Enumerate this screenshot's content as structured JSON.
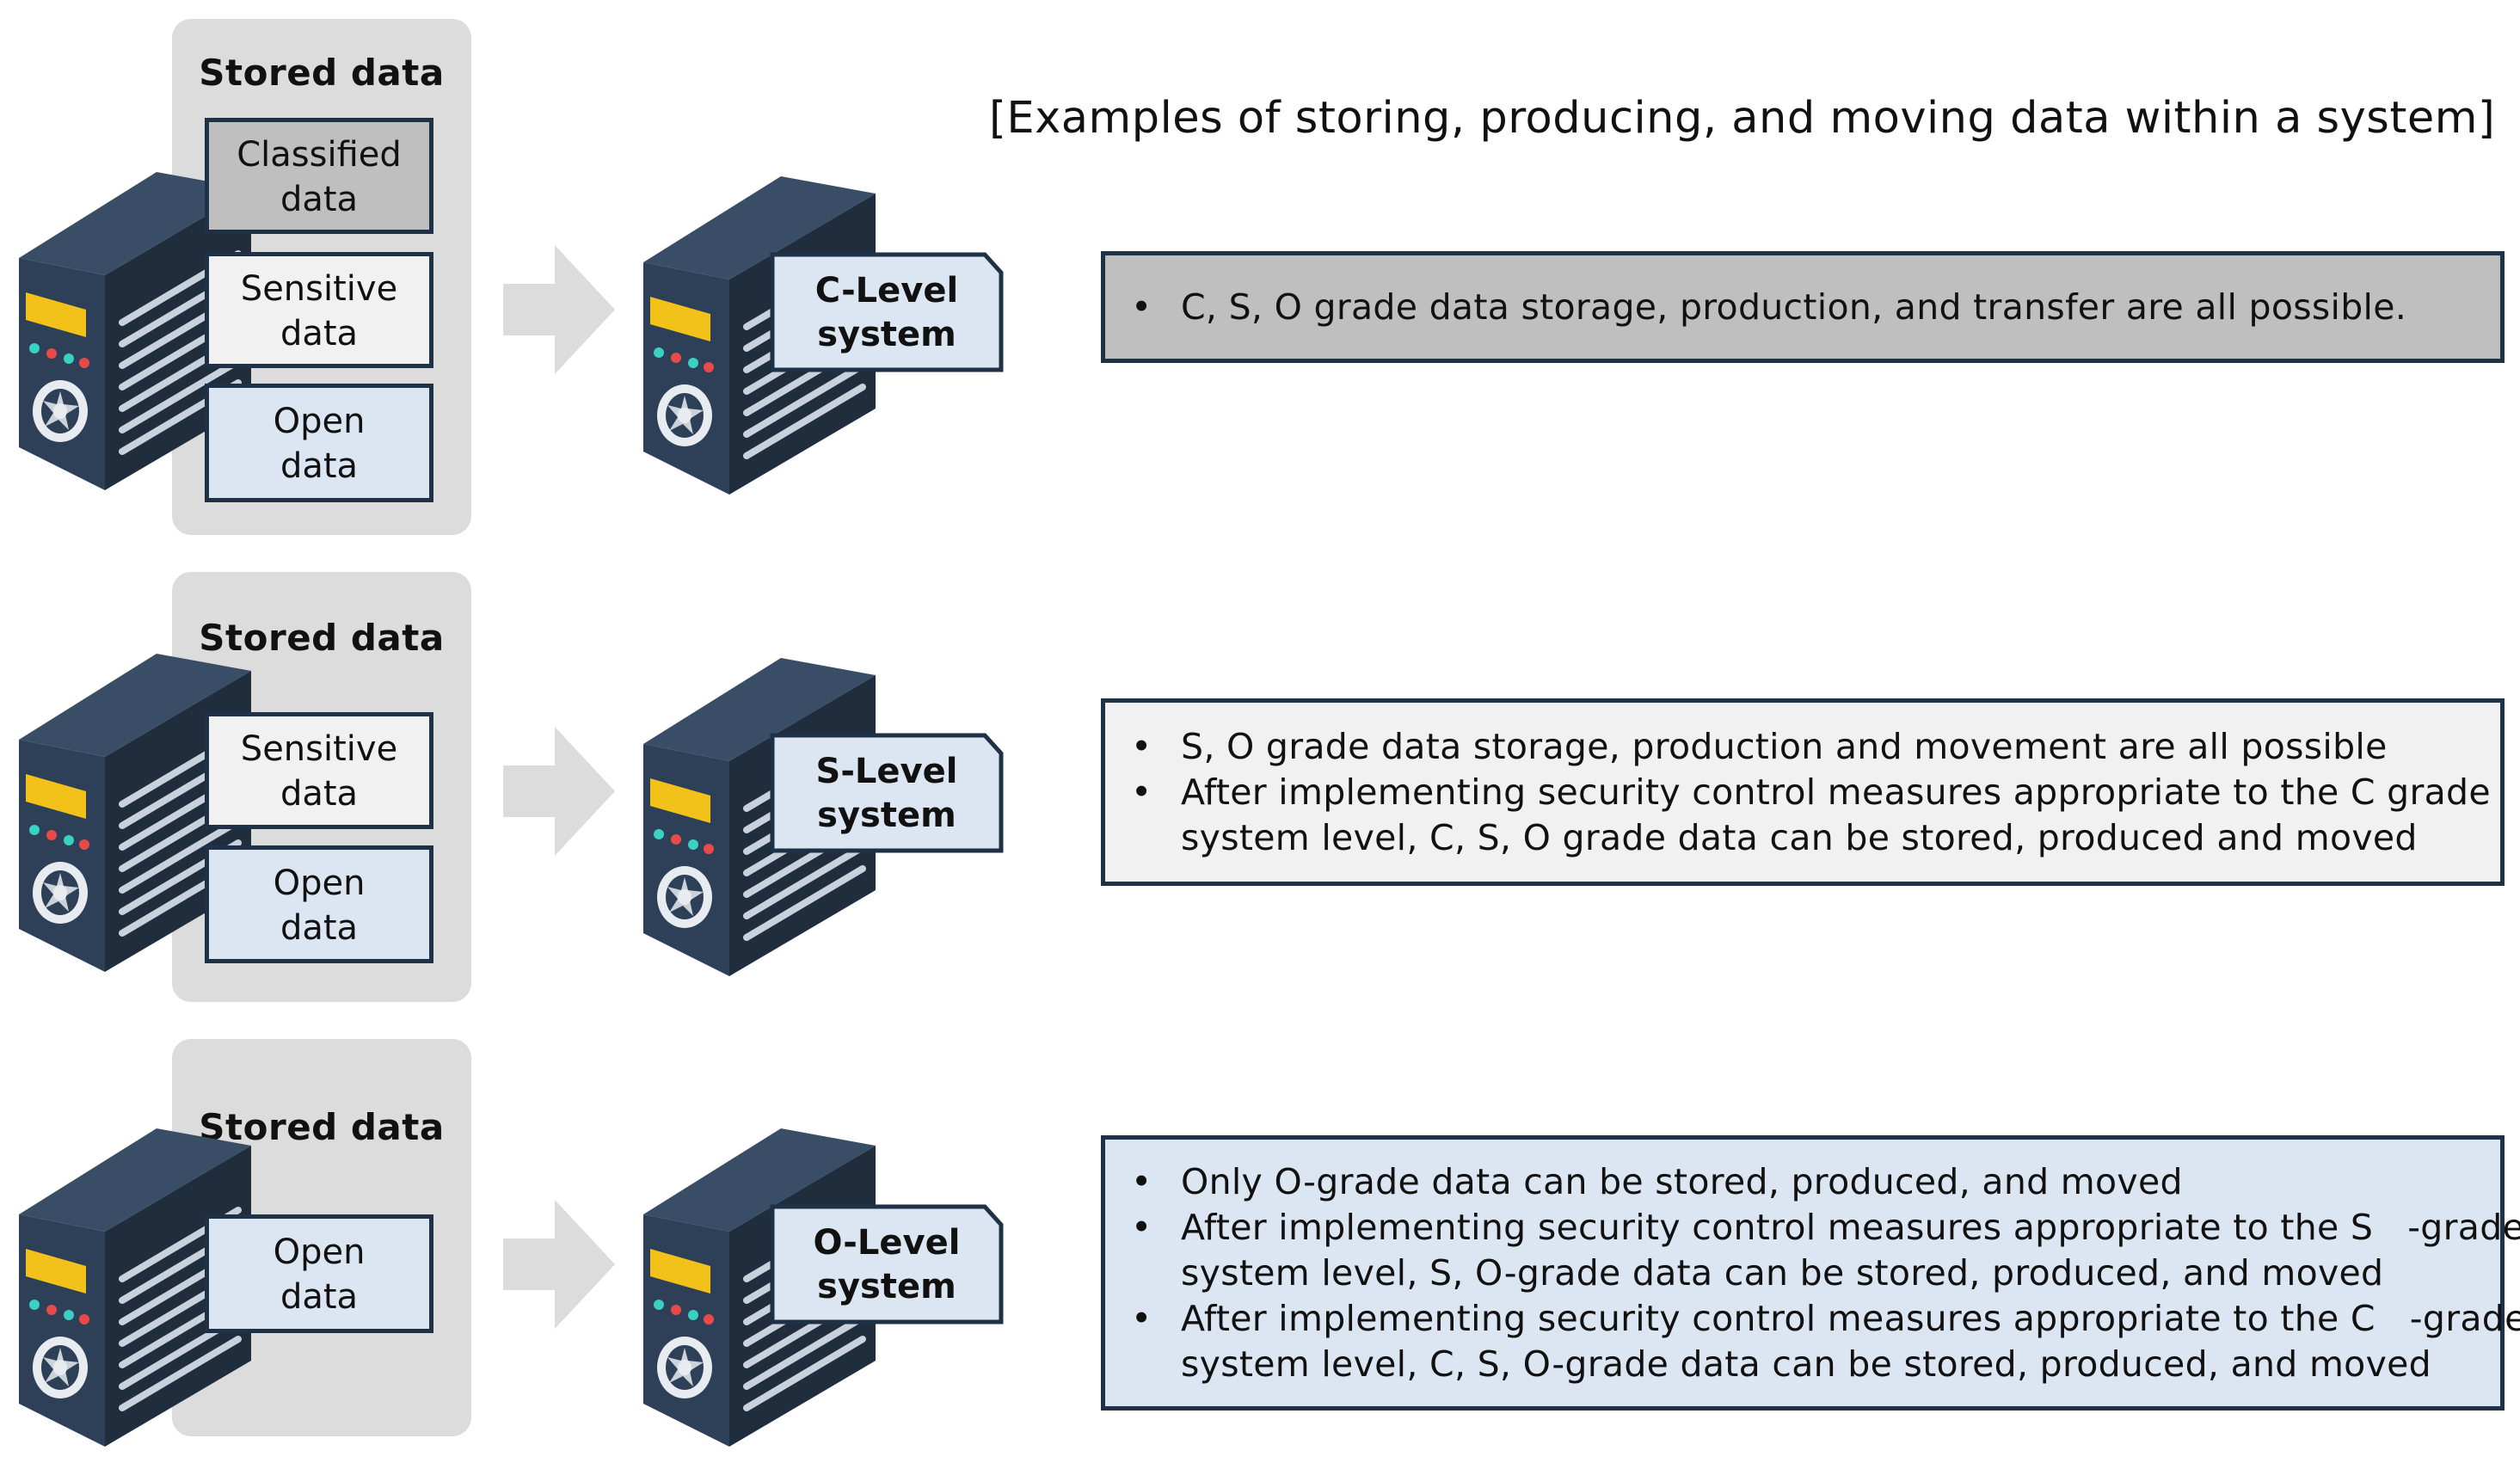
{
  "title": "[Examples of storing, producing, and moving data within a system]",
  "colors": {
    "panel_grey": "#dcdcdc",
    "classified_fill": "#bfbfbf",
    "sensitive_fill": "#f1f1f1",
    "open_fill": "#dce6f3",
    "outline_navy": "#1f3146",
    "server_dark": "#2a3b50",
    "server_yellow": "#f2c21b",
    "arrow_grey": "#dcdcdc"
  },
  "icons": {
    "server": "server-icon",
    "arrow": "arrow-right-icon",
    "bullet": "•"
  },
  "rows": [
    {
      "stored_heading": "Stored data",
      "data_items": [
        {
          "line1": "Classified",
          "line2": "data",
          "grade": "classified"
        },
        {
          "line1": "Sensitive",
          "line2": "data",
          "grade": "sensitive"
        },
        {
          "line1": "Open",
          "line2": "data",
          "grade": "open"
        }
      ],
      "system_line1": "C-Level",
      "system_line2": "system",
      "bullets": [
        [
          "C, S, O grade data storage, production, and transfer are all possible."
        ]
      ]
    },
    {
      "stored_heading": "Stored data",
      "data_items": [
        {
          "line1": "Sensitive",
          "line2": "data",
          "grade": "sensitive"
        },
        {
          "line1": "Open",
          "line2": "data",
          "grade": "open"
        }
      ],
      "system_line1": "S-Level",
      "system_line2": "system",
      "bullets": [
        [
          "S, O grade data storage, production and movement are all possible"
        ],
        [
          "After implementing security control measures appropriate to the C grade",
          "system level, C, S, O grade data can be stored, produced and moved"
        ]
      ]
    },
    {
      "stored_heading": "Stored data",
      "data_items": [
        {
          "line1": "Open",
          "line2": "data",
          "grade": "open"
        }
      ],
      "system_line1": "O-Level",
      "system_line2": "system",
      "bullets": [
        [
          "Only O-grade data can be stored, produced, and moved"
        ],
        [
          "After implementing security control measures appropriate to the S   -grade",
          "system level, S, O-grade data can be stored, produced, and moved"
        ],
        [
          "After implementing security control measures appropriate to the C   -grade",
          "system level, C, S, O-grade data can be stored, produced, and moved"
        ]
      ]
    }
  ]
}
